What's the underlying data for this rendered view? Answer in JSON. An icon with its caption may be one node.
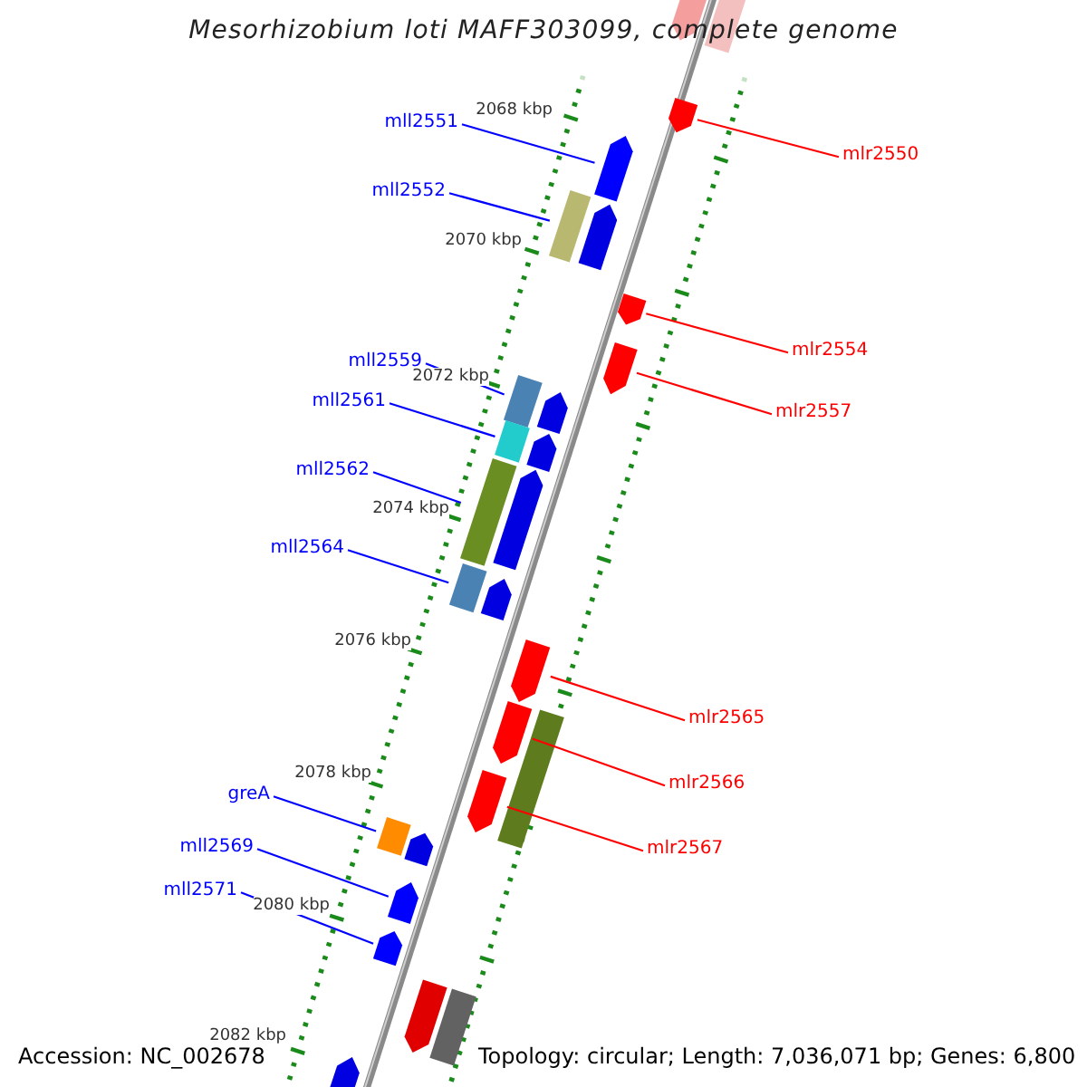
{
  "diagram": {
    "title": "Mesorhizobium loti MAFF303099, complete genome",
    "nodes": [
      {
        "text": [
          "mll2551"
        ]
      },
      {
        "text": [
          "mlr2550"
        ]
      },
      {
        "text": [
          "mll2552"
        ]
      },
      {
        "text": [
          "mlr2554"
        ]
      },
      {
        "text": [
          "mll2559"
        ]
      },
      {
        "text": [
          "mll2561"
        ]
      },
      {
        "text": [
          "mlr2557"
        ]
      },
      {
        "text": [
          "mll2562"
        ]
      },
      {
        "text": [
          "mll2564"
        ]
      },
      {
        "text": [
          "mlr2565"
        ]
      },
      {
        "text": [
          "mlr2566"
        ]
      },
      {
        "text": [
          "greA"
        ]
      },
      {
        "text": [
          "mll2569"
        ]
      },
      {
        "text": [
          "mlr2567"
        ]
      },
      {
        "text": [
          "mll2571"
        ]
      },
      {
        "text": [],
        "shape": "pentagon"
      },
      {
        "text": [],
        "shape": "pentagon"
      },
      {
        "text": [],
        "shape": "box"
      },
      {
        "text": [],
        "shape": "pentagon"
      },
      {
        "text": [],
        "shape": "box"
      },
      {
        "text": [],
        "shape": "box"
      },
      {
        "text": [],
        "shape": "pentagon"
      },
      {
        "text": [],
        "shape": "box"
      },
      {
        "text": [],
        "shape": "box"
      },
      {
        "text": [],
        "shape": "pentagon"
      },
      {
        "text": [],
        "shape": "pentagon"
      },
      {
        "text": [],
        "shape": "box"
      },
      {
        "text": [],
        "shape": "pentagon"
      },
      {
        "text": [],
        "shape": "pentagon"
      },
      {
        "text": [],
        "shape": "pentagon"
      }
    ],
    "edges": [
      {
        "from": 0,
        "to": 15,
        "arrow": "none"
      },
      {
        "from": 1,
        "to": 16,
        "arrow": "none",
        "color": "#ff0000"
      },
      {
        "from": 2,
        "to": 17,
        "arrow": "none"
      },
      {
        "from": 3,
        "to": 18,
        "arrow": "none",
        "color": "#ff0000"
      },
      {
        "from": 4,
        "to": 19,
        "arrow": "none"
      },
      {
        "from": 5,
        "to": 20,
        "arrow": "none"
      },
      {
        "from": 6,
        "to": 21,
        "arrow": "none",
        "color": "#ff0000"
      },
      {
        "from": 7,
        "to": 22,
        "arrow": "none"
      },
      {
        "from": 8,
        "to": 23,
        "arrow": "none"
      },
      {
        "from": 9,
        "to": 24,
        "arrow": "none",
        "color": "#ff0000"
      },
      {
        "from": 10,
        "to": 25,
        "arrow": "none",
        "color": "#ff0000"
      },
      {
        "from": 11,
        "to": 26,
        "arrow": "none"
      },
      {
        "from": 12,
        "to": 27,
        "arrow": "none"
      },
      {
        "from": 13,
        "to": 28,
        "arrow": "none",
        "color": "#ff0000"
      },
      {
        "from": 14,
        "to": 29,
        "arrow": "none"
      }
    ],
    "labels": [
      "2068 kbp",
      "2070 kbp",
      "2072 kbp",
      "2074 kbp",
      "2076 kbp",
      "2078 kbp",
      "2080 kbp",
      "2082 kbp",
      "Accession: NC_002678",
      "Topology: circular; Length: 7,036,071 bp; Genes: 6,800"
    ]
  }
}
